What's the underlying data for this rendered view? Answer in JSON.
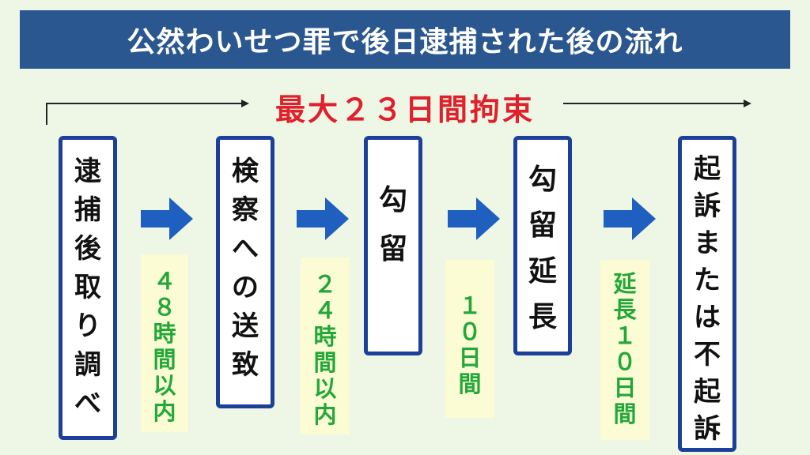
{
  "title": "公然わいせつ罪で後日逮捕された後の流れ",
  "span_label": "最大２３日間拘束",
  "steps": [
    {
      "label": "逮捕後取り調べ"
    },
    {
      "label": "検察への送致"
    },
    {
      "label": "勾留"
    },
    {
      "label": "勾留延長"
    },
    {
      "label": "起訴または不起訴"
    }
  ],
  "durations": [
    {
      "label": "４８時間以内"
    },
    {
      "label": "２４時間以内"
    },
    {
      "label": "１０日間"
    },
    {
      "label": "延長１０日間"
    }
  ],
  "colors": {
    "header_bg": "#2a578f",
    "accent_red": "#e0202a",
    "box_border": "#1c3f9a",
    "arrow_blue": "#1f5fbf",
    "duration_green": "#22a838",
    "note_bg": "#fbfbd4",
    "page_bg": "#eef7e6"
  }
}
